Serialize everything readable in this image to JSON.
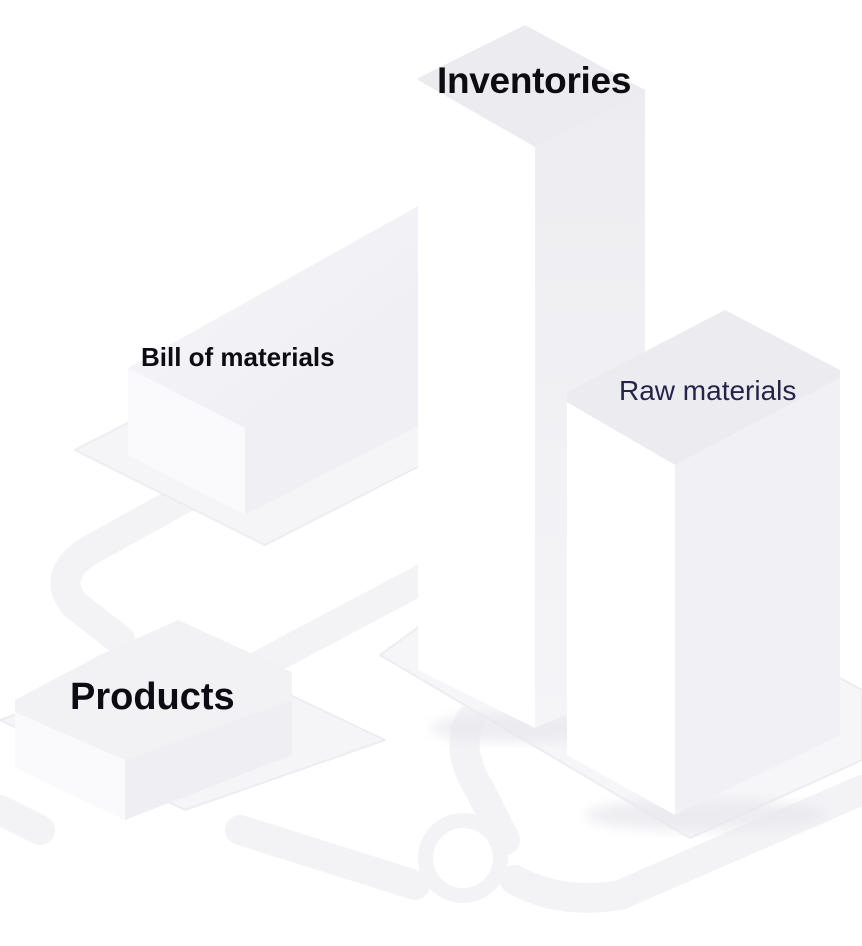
{
  "diagram": {
    "nodes": {
      "inventories": {
        "label": "Inventories"
      },
      "bill_of_materials": {
        "label": "Bill of materials"
      },
      "raw_materials": {
        "label": "Raw materials"
      },
      "products": {
        "label": "Products"
      }
    },
    "colors": {
      "top_face": "#ececf0",
      "left_face": "#ffffff",
      "right_face": "#f1f1f5",
      "base_plate": "#f6f6f9",
      "track": "#f4f4f7",
      "label_dark": "#0c0c12",
      "label_navy": "#24244a"
    }
  }
}
